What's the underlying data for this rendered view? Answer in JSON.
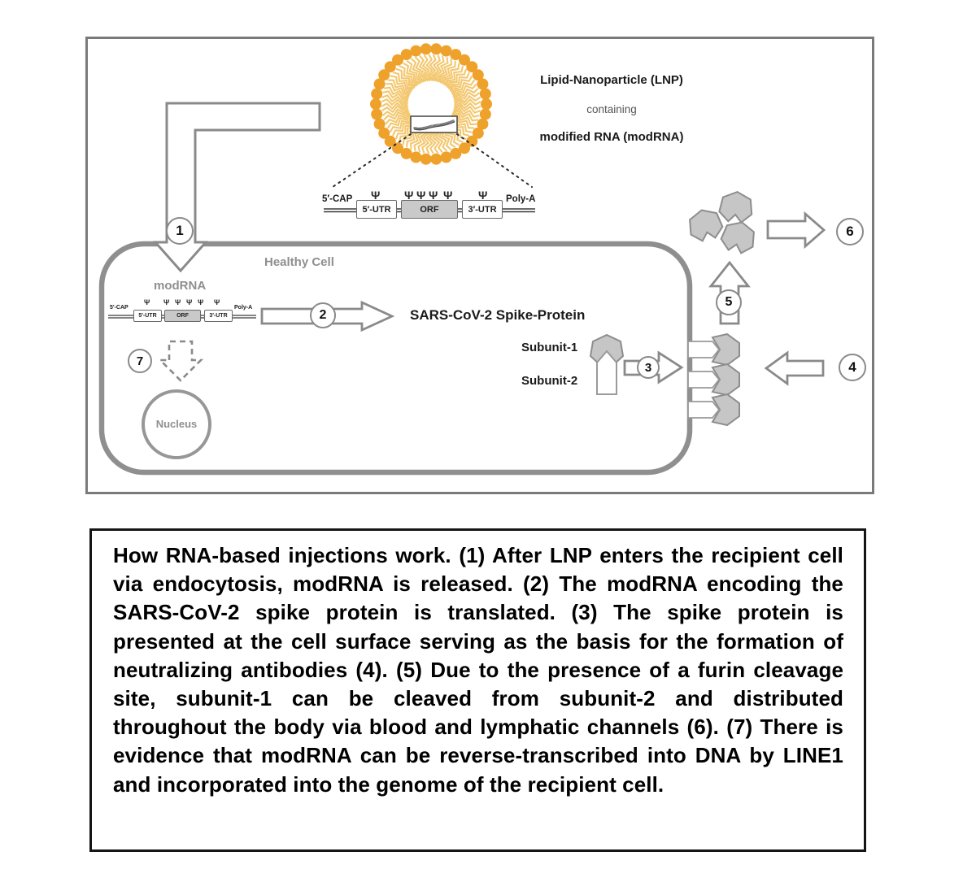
{
  "figure": {
    "lnp_caption": {
      "line1": "Lipid-Nanoparticle (LNP)",
      "line2": "containing",
      "line3": "modified RNA (modRNA)"
    },
    "mrna_construct": {
      "cap": "5′-CAP",
      "utr5": "5′-UTR",
      "orf": "ORF",
      "utr3": "3′-UTR",
      "polya": "Poly-A",
      "psi": "Ψ"
    },
    "labels": {
      "healthy_cell": "Healthy Cell",
      "modrna": "modRNA",
      "spike_protein": "SARS-CoV-2 Spike-Protein",
      "subunit1": "Subunit-1",
      "subunit2": "Subunit-2",
      "nucleus": "Nucleus"
    },
    "steps": {
      "1": "1",
      "2": "2",
      "3": "3",
      "4": "4",
      "5": "5",
      "6": "6",
      "7": "7"
    }
  },
  "caption": {
    "text": "How RNA-based injections work. (1) After LNP enters the recipient cell via endocytosis, modRNA is released. (2) The modRNA encoding the SARS-CoV-2 spike protein is translated. (3) The spike protein is presented at the cell surface serving as the basis for the formation of neutralizing antibodies (4). (5) Due to the presence of a furin cleavage site, subunit-1 can be cleaved from subunit-2 and distributed throughout the body via blood and lymphatic channels (6). (7) There is evidence that modRNA can be reverse-transcribed into DNA by LINE1 and incorporated into the genome of the recipient cell."
  },
  "colors": {
    "lipid_head": "#efa22b",
    "lipid_tail": "#f3c76e",
    "shape_fill": "#c6c6c6",
    "shape_outline": "#8d8d8d",
    "membrane": "#8f8f8f"
  }
}
